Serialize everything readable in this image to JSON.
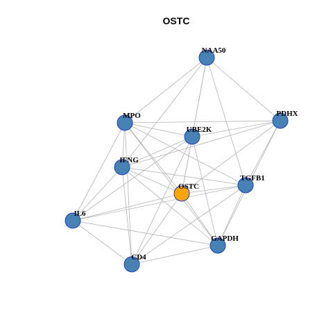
{
  "title": "OSTC",
  "colors": {
    "node_default": "#4682b4",
    "node_highlight": "#ffa500",
    "node_border": "#1f3ccf",
    "edge": "#b3b3b3"
  },
  "nodes": [
    {
      "id": "NAA50",
      "label": "NAA50",
      "highlight": false
    },
    {
      "id": "PDHX",
      "label": "PDHX",
      "highlight": false
    },
    {
      "id": "MPO",
      "label": "MPO",
      "highlight": false
    },
    {
      "id": "UBE2K",
      "label": "UBE2K",
      "highlight": false
    },
    {
      "id": "IFNG",
      "label": "IFNG",
      "highlight": false
    },
    {
      "id": "TGFB1",
      "label": "TGFB1",
      "highlight": false
    },
    {
      "id": "OSTC",
      "label": "OSTC",
      "highlight": true
    },
    {
      "id": "IL6",
      "label": "IL6",
      "highlight": false
    },
    {
      "id": "GAPDH",
      "label": "GAPDH",
      "highlight": false
    },
    {
      "id": "CD4",
      "label": "CD4",
      "highlight": false
    }
  ],
  "edges": [
    [
      "NAA50",
      "PDHX"
    ],
    [
      "NAA50",
      "MPO"
    ],
    [
      "NAA50",
      "UBE2K"
    ],
    [
      "NAA50",
      "IFNG"
    ],
    [
      "NAA50",
      "TGFB1"
    ],
    [
      "NAA50",
      "OSTC"
    ],
    [
      "PDHX",
      "MPO"
    ],
    [
      "PDHX",
      "UBE2K"
    ],
    [
      "PDHX",
      "IFNG"
    ],
    [
      "PDHX",
      "TGFB1"
    ],
    [
      "PDHX",
      "OSTC"
    ],
    [
      "PDHX",
      "GAPDH"
    ],
    [
      "MPO",
      "UBE2K"
    ],
    [
      "MPO",
      "IFNG"
    ],
    [
      "MPO",
      "TGFB1"
    ],
    [
      "MPO",
      "IL6"
    ],
    [
      "MPO",
      "GAPDH"
    ],
    [
      "MPO",
      "CD4"
    ],
    [
      "MPO",
      "OSTC"
    ],
    [
      "UBE2K",
      "IFNG"
    ],
    [
      "UBE2K",
      "IL6"
    ],
    [
      "UBE2K",
      "GAPDH"
    ],
    [
      "UBE2K",
      "CD4"
    ],
    [
      "UBE2K",
      "OSTC"
    ],
    [
      "IFNG",
      "TGFB1"
    ],
    [
      "IFNG",
      "IL6"
    ],
    [
      "IFNG",
      "GAPDH"
    ],
    [
      "IFNG",
      "CD4"
    ],
    [
      "IFNG",
      "OSTC"
    ],
    [
      "TGFB1",
      "IL6"
    ],
    [
      "TGFB1",
      "GAPDH"
    ],
    [
      "TGFB1",
      "CD4"
    ],
    [
      "TGFB1",
      "OSTC"
    ],
    [
      "IL6",
      "GAPDH"
    ],
    [
      "IL6",
      "CD4"
    ],
    [
      "IL6",
      "OSTC"
    ],
    [
      "GAPDH",
      "CD4"
    ],
    [
      "GAPDH",
      "OSTC"
    ],
    [
      "CD4",
      "OSTC"
    ]
  ]
}
